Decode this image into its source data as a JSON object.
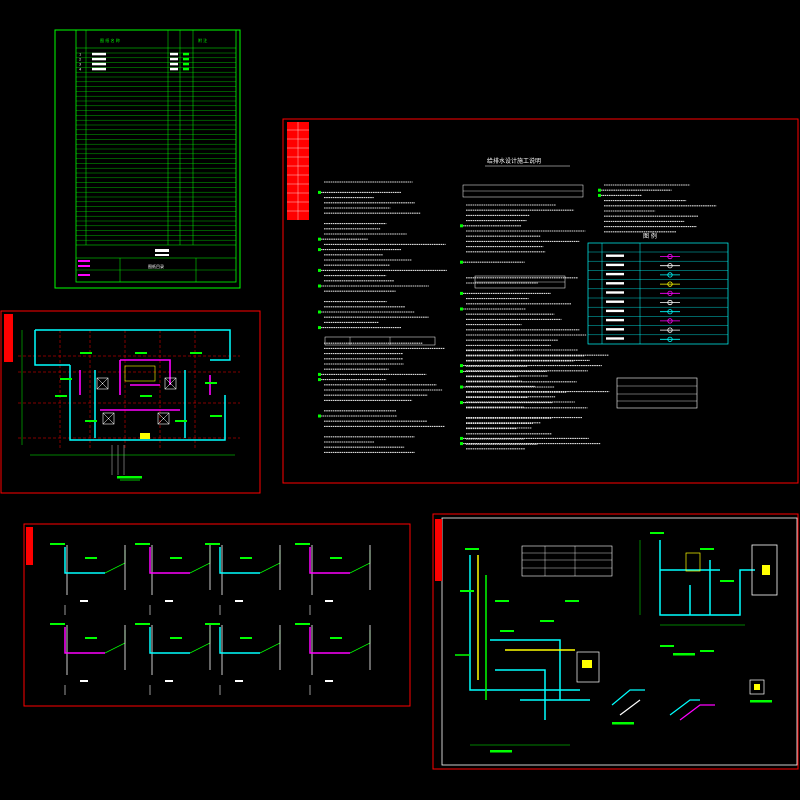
{
  "drawing": {
    "colors": {
      "background": "#000000",
      "sheet_border_red": "#ff0000",
      "sheet_border_white": "#ffffff",
      "sheet_border_green": "#00ff00",
      "pipe_cyan": "#00ffff",
      "pipe_magenta": "#ff00ff",
      "pipe_yellow": "#ffff00",
      "note_green": "#00ff00",
      "text_white": "#ffffff"
    },
    "sheets": [
      {
        "id": "drawing-index",
        "border": "green",
        "content": "index-table"
      },
      {
        "id": "design-notes",
        "border": "red",
        "content": "text-notes"
      },
      {
        "id": "floor-plan",
        "border": "red",
        "content": "plan"
      },
      {
        "id": "riser-diagrams",
        "border": "red",
        "content": "sections"
      },
      {
        "id": "isometric-system",
        "border": "red",
        "content": "isometric"
      }
    ],
    "index_rows": [
      "1",
      "2",
      "3",
      "4"
    ],
    "notes_title": "给排水设计施工说明",
    "legend_title": "图 例",
    "index_title_block": "图纸目录"
  }
}
